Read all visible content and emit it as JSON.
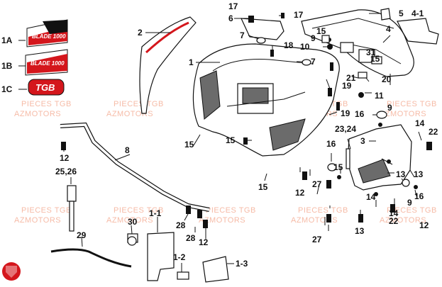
{
  "watermark": {
    "line1": "PIECES TGB",
    "line2": "AZMOTORS"
  },
  "decals": {
    "d1": "BLADE 1000",
    "d2": "BLADE 1000",
    "d3": "TGB"
  },
  "colors": {
    "decal_red": "#d4161c",
    "watermark": "#f3a58a",
    "line": "#111111"
  },
  "labels": [
    "1A",
    "1B",
    "1C",
    "1",
    "2",
    "3",
    "4",
    "4-1",
    "5",
    "6",
    "7",
    "7",
    "8",
    "9",
    "9",
    "9",
    "10",
    "11",
    "12",
    "12",
    "12",
    "12",
    "13",
    "13",
    "13",
    "14",
    "14",
    "14",
    "15",
    "15",
    "15",
    "15",
    "15",
    "15",
    "16",
    "16",
    "16",
    "17",
    "17",
    "18",
    "19",
    "19",
    "20",
    "21",
    "22",
    "22",
    "23,24",
    "25,26",
    "27",
    "27",
    "28",
    "28",
    "29",
    "30",
    "31",
    "1-1",
    "1-2",
    "1-3"
  ]
}
